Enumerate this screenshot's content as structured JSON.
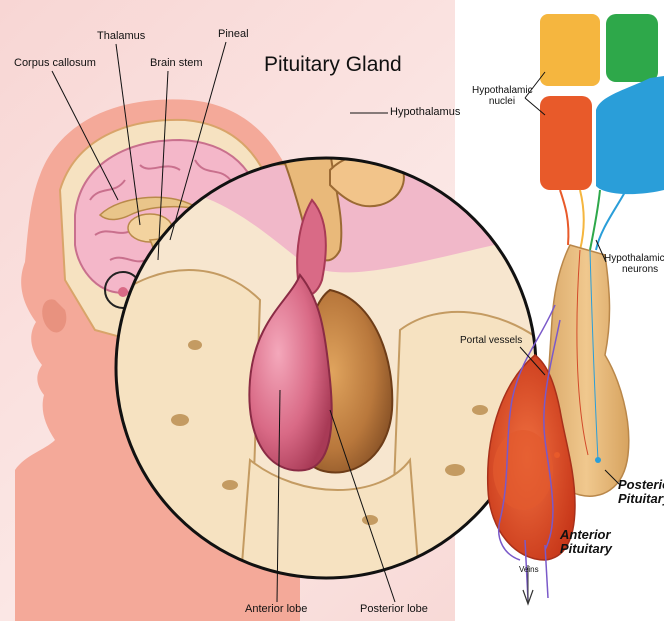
{
  "left_figure": {
    "title": "Pituitary Gland",
    "labels": {
      "corpus_callosum": "Corpus callosum",
      "thalamus": "Thalamus",
      "brain_stem": "Brain stem",
      "pineal": "Pineal",
      "hypothalamus": "Hypothalamus",
      "anterior_lobe": "Anterior lobe",
      "posterior_lobe": "Posterior lobe"
    }
  },
  "right_figure": {
    "labels": {
      "hypothalamic_nuclei_line1": "Hypothalamic",
      "hypothalamic_nuclei_line2": "nuclei",
      "hypothalamic_neurons_line1": "Hypothalamic",
      "hypothalamic_neurons_line2": "neurons",
      "portal_vessels": "Portal vessels",
      "posterior_pituitary_line1": "Posterior",
      "posterior_pituitary_line2": "Pituitary",
      "anterior_pituitary_line1": "Anterior",
      "anterior_pituitary_line2": "Pituitary",
      "veins": "Veins"
    },
    "nucleus_colors": [
      "#f5b63f",
      "#2ea84a",
      "#e85a2a",
      "#2a9ed9"
    ]
  },
  "colors": {
    "background": "#f6d9d6",
    "skin": "#f4a999",
    "brain": "#f4b7c9",
    "bone": "#f6e2c1",
    "anterior_lobe": "#d96a86",
    "posterior_lobe": "#b9783c",
    "anterior_pituitary": "#d9481f",
    "posterior_pituitary": "#e8bf82",
    "arrow": "#e8301e"
  }
}
